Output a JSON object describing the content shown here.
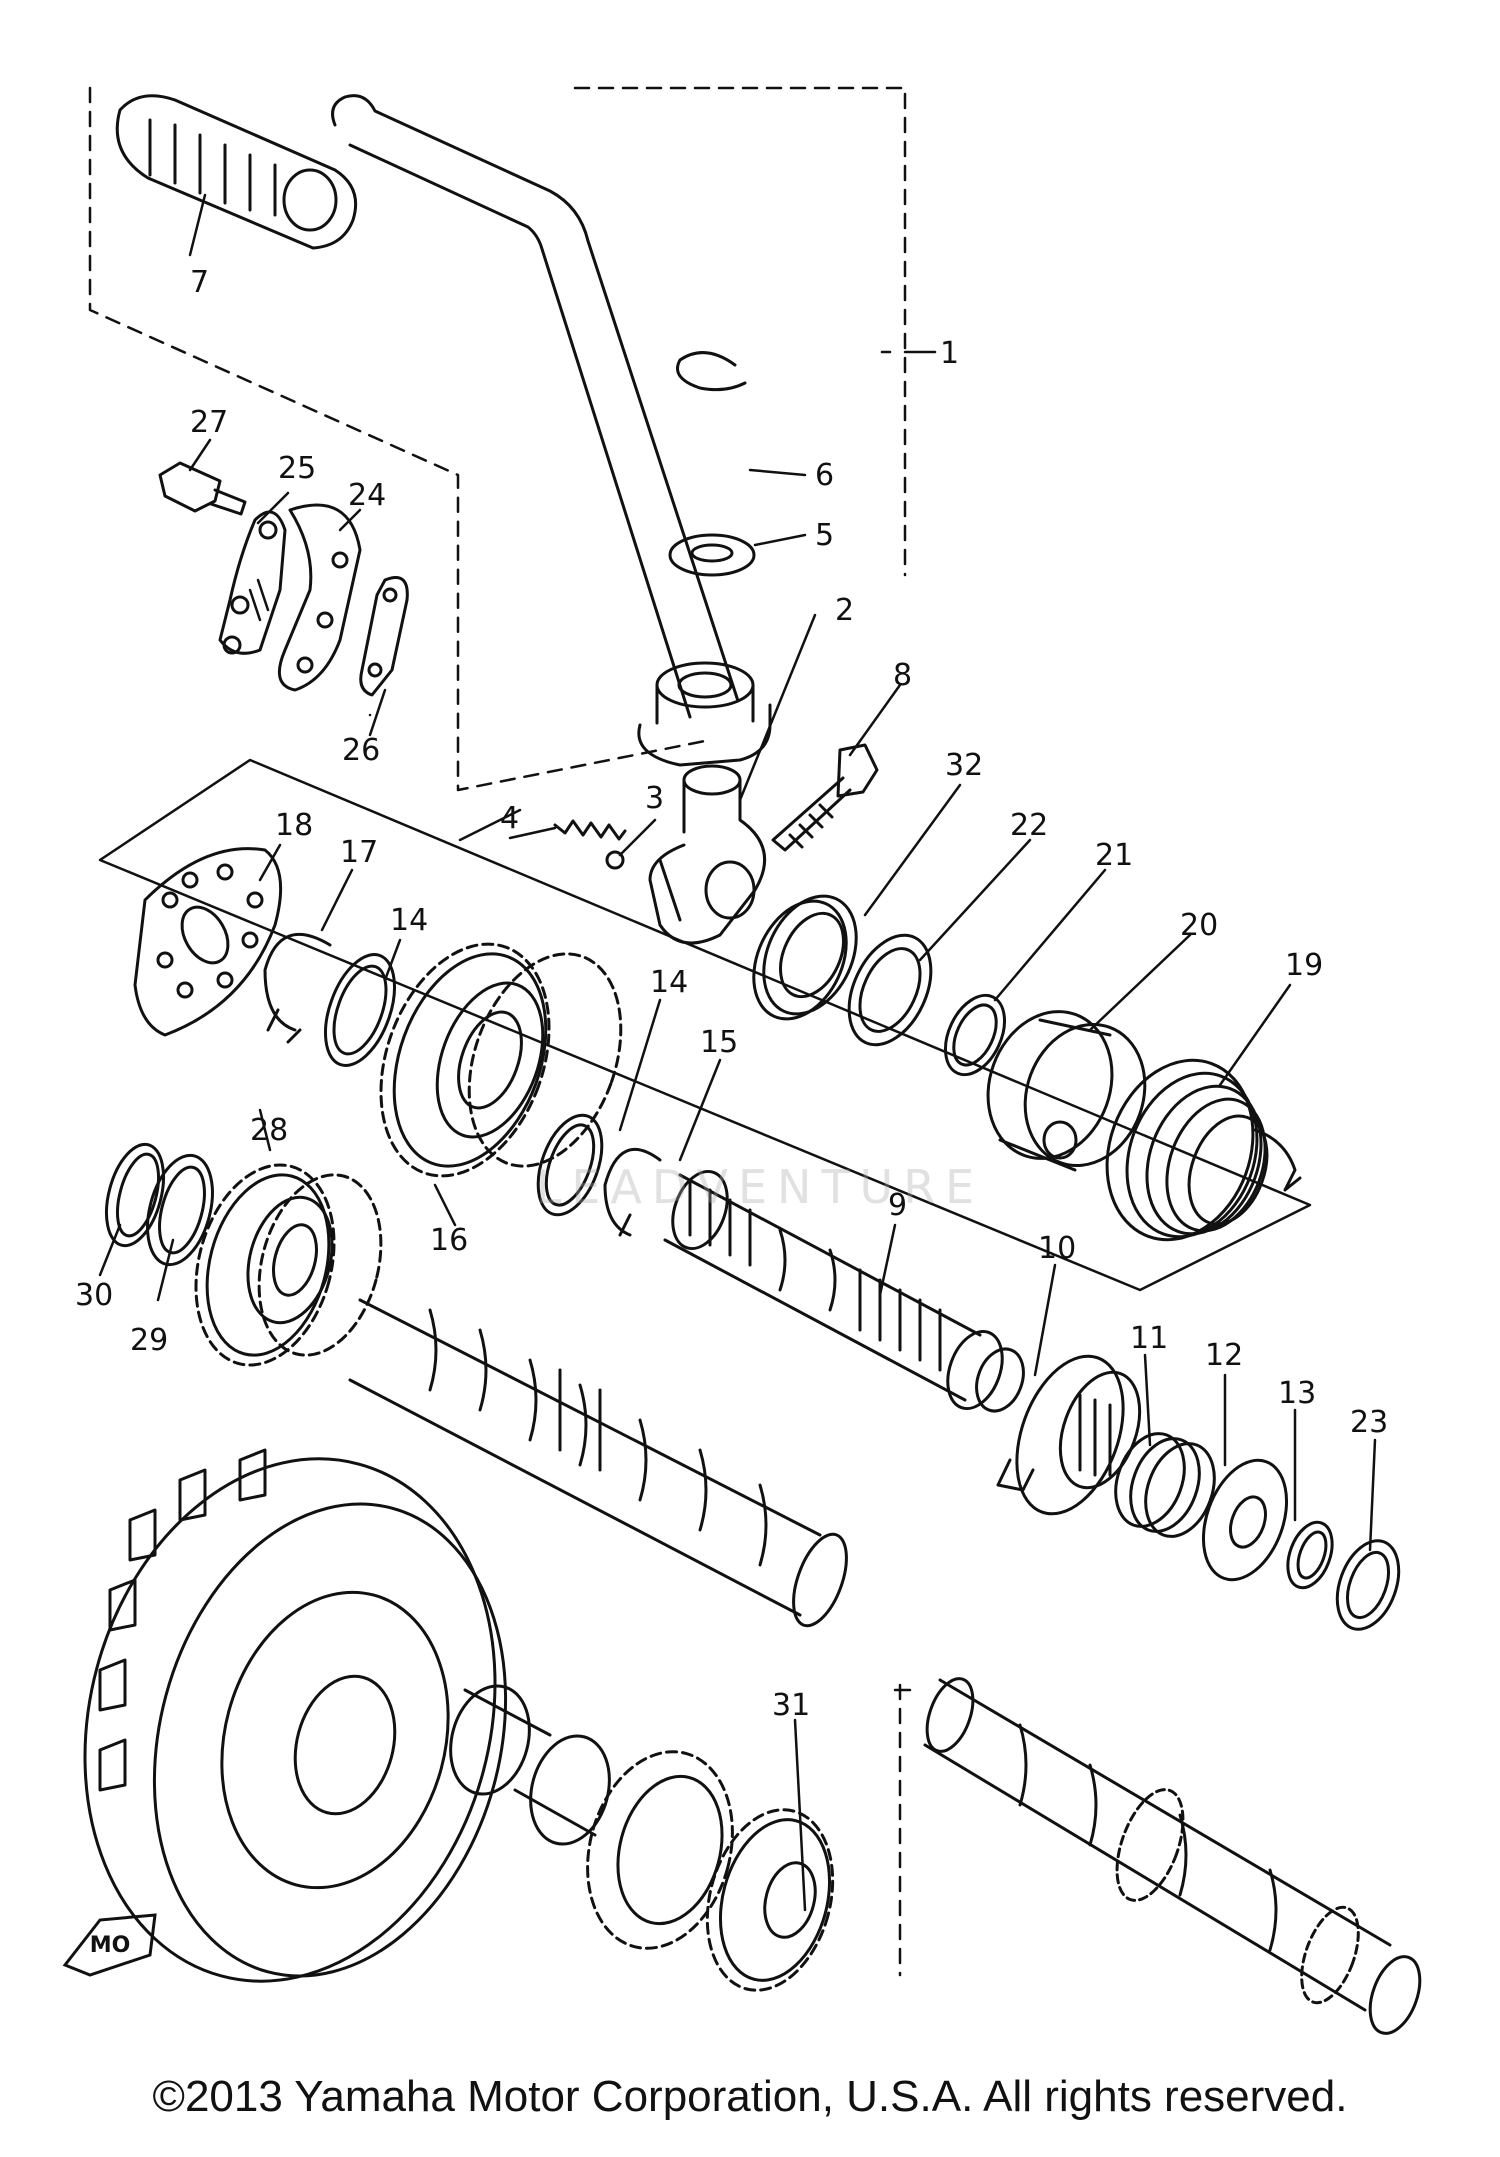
{
  "diagram": {
    "part_labels": {
      "p1": "1",
      "p2": "2",
      "p3": "3",
      "p4": "4",
      "p5": "5",
      "p6": "6",
      "p7": "7",
      "p8": "8",
      "p9": "9",
      "p10": "10",
      "p11": "11",
      "p12": "12",
      "p13": "13",
      "p14a": "14",
      "p14b": "14",
      "p15": "15",
      "p16": "16",
      "p17": "17",
      "p18": "18",
      "p19": "19",
      "p20": "20",
      "p21": "21",
      "p22": "22",
      "p23": "23",
      "p24": "24",
      "p25": "25",
      "p26": "26",
      "p27": "27",
      "p28": "28",
      "p29": "29",
      "p30": "30",
      "p31": "31",
      "p32": "32"
    },
    "badge_text": "MO",
    "watermark": "LEADVENTURE"
  },
  "footer": {
    "copyright": "©2013 Yamaha Motor Corporation, U.S.A. All rights reserved."
  },
  "colors": {
    "ink": "#111111",
    "background": "#ffffff"
  }
}
